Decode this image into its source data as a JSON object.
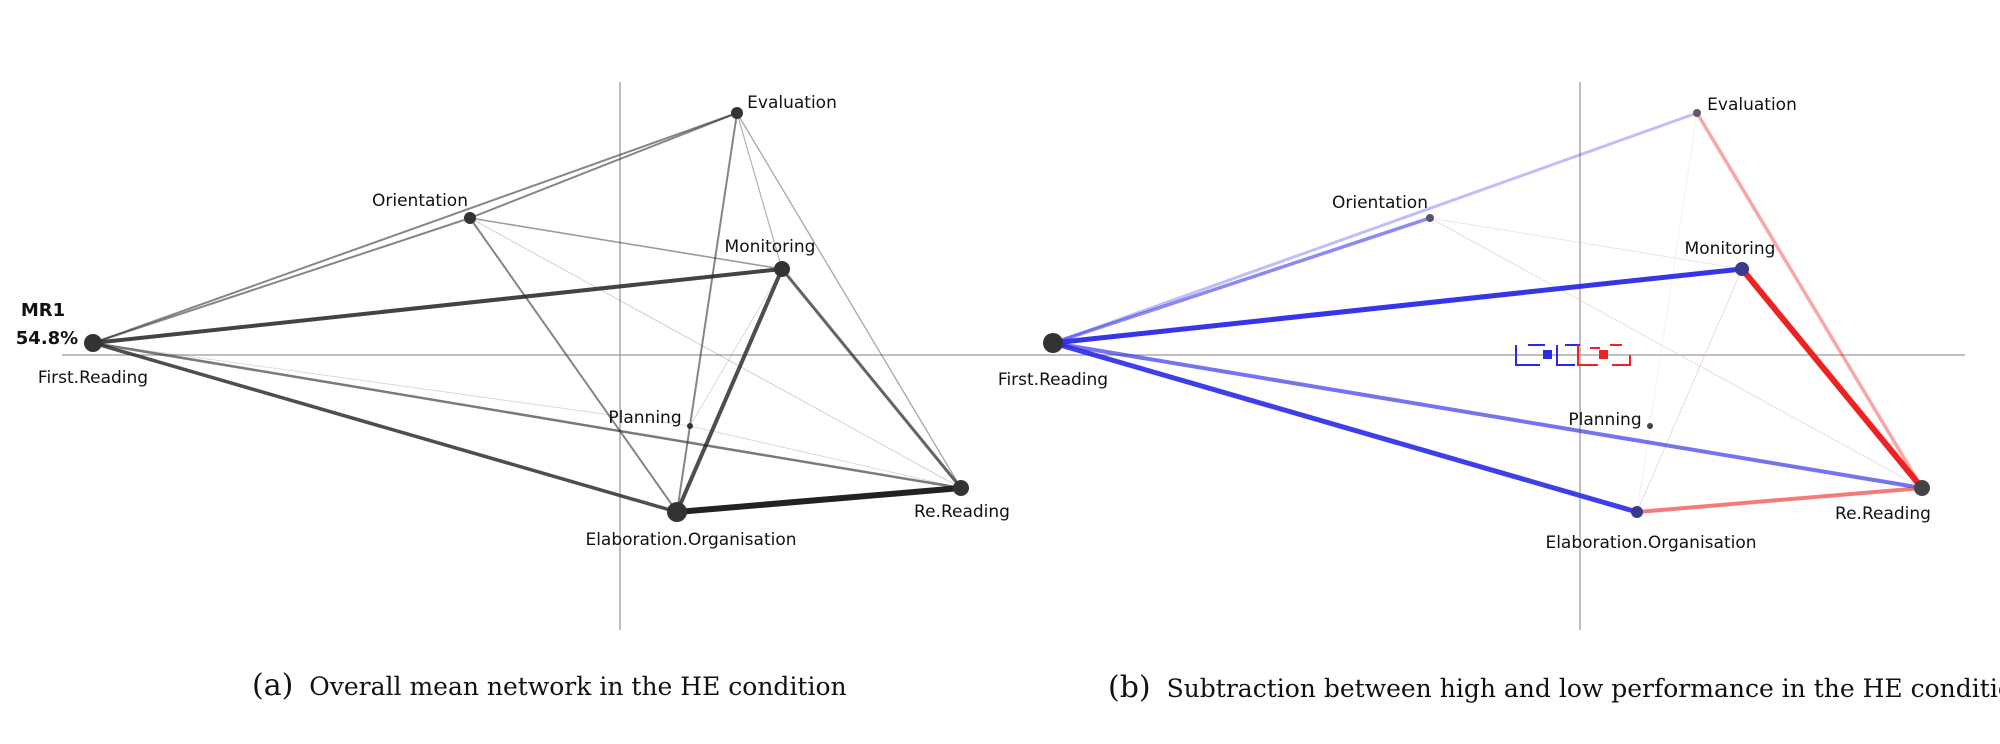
{
  "panels": [
    {
      "id": "a",
      "caption_letter": "(a)",
      "caption_text": "Overall mean network in the HE condition",
      "axis_label": "MR1",
      "axis_value": "54.8%",
      "nodes": [
        {
          "id": "First.Reading",
          "label": "First.Reading"
        },
        {
          "id": "Orientation",
          "label": "Orientation"
        },
        {
          "id": "Evaluation",
          "label": "Evaluation"
        },
        {
          "id": "Monitoring",
          "label": "Monitoring"
        },
        {
          "id": "Planning",
          "label": "Planning"
        },
        {
          "id": "Elaboration.Organisation",
          "label": "Elaboration.Organisation"
        },
        {
          "id": "Re.Reading",
          "label": "Re.Reading"
        }
      ]
    },
    {
      "id": "b",
      "caption_letter": "(b)",
      "caption_text": "Subtraction between high and low performance in the HE condition",
      "nodes": [
        {
          "id": "First.Reading",
          "label": "First.Reading"
        },
        {
          "id": "Orientation",
          "label": "Orientation"
        },
        {
          "id": "Evaluation",
          "label": "Evaluation"
        },
        {
          "id": "Monitoring",
          "label": "Monitoring"
        },
        {
          "id": "Planning",
          "label": "Planning"
        },
        {
          "id": "Elaboration.Organisation",
          "label": "Elaboration.Organisation"
        },
        {
          "id": "Re.Reading",
          "label": "Re.Reading"
        }
      ]
    }
  ],
  "colors": {
    "node": "#333333",
    "edge_a": "#222222",
    "axis": "#9a9a9a",
    "high": "#2a2ae8",
    "low": "#ee2222"
  }
}
